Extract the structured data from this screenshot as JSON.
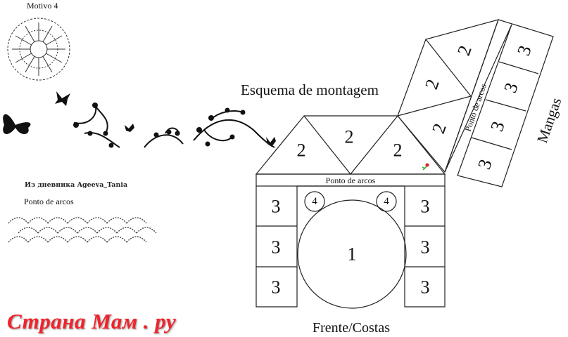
{
  "motif_title": "Motivo 4",
  "assembly_title": "Esquema de montagem",
  "credit": "Из дневника Ageeva_Tania",
  "stitch_title": "Ponto de arcos",
  "band_label_body": "Ponto de arcos",
  "band_label_sleeve": "Ponto de arcos",
  "sleeve_label": "Mangas",
  "body_label": "Frente/Costas",
  "watermark": "Страна Мам . ру",
  "numbers": {
    "one": "1",
    "two": "2",
    "three": "3",
    "four": "4"
  },
  "colors": {
    "watermark": "#f2232b",
    "lines": "#222222"
  }
}
